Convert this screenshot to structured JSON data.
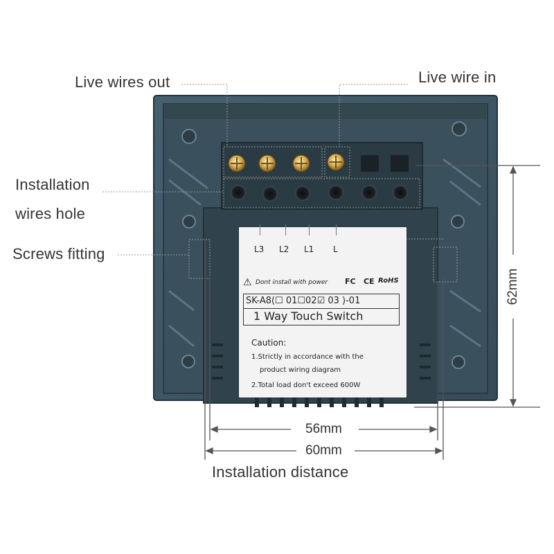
{
  "callouts": {
    "live_wires_out": "Live wires out",
    "live_wire_in": "Live wire in",
    "installation_line1": "Installation",
    "installation_line2": "wires hole",
    "screws_fitting": "Screws fitting",
    "installation_distance": "Installation distance"
  },
  "dimensions": {
    "height": "62mm",
    "inner_width": "56mm",
    "outer_width": "60mm"
  },
  "label": {
    "terminals": [
      "L3",
      "L2",
      "L1",
      "L"
    ],
    "warning": "Dont install with power",
    "certs": [
      "FC",
      "CE",
      "RoHS"
    ],
    "model": "SK-A8(☐ 01☐02☑ 03 )-01",
    "product": "1 Way Touch Switch",
    "caution_title": "Caution:",
    "caution_lines": [
      "1.Strictly in accordance with the",
      "product wiring diagram",
      "2.Total load don't exceed 600W"
    ]
  },
  "colors": {
    "housing": "#3f5663",
    "housing_dark": "#2b3d47",
    "callout_line": "#9a9a9a",
    "screw": "#d2a64a"
  }
}
